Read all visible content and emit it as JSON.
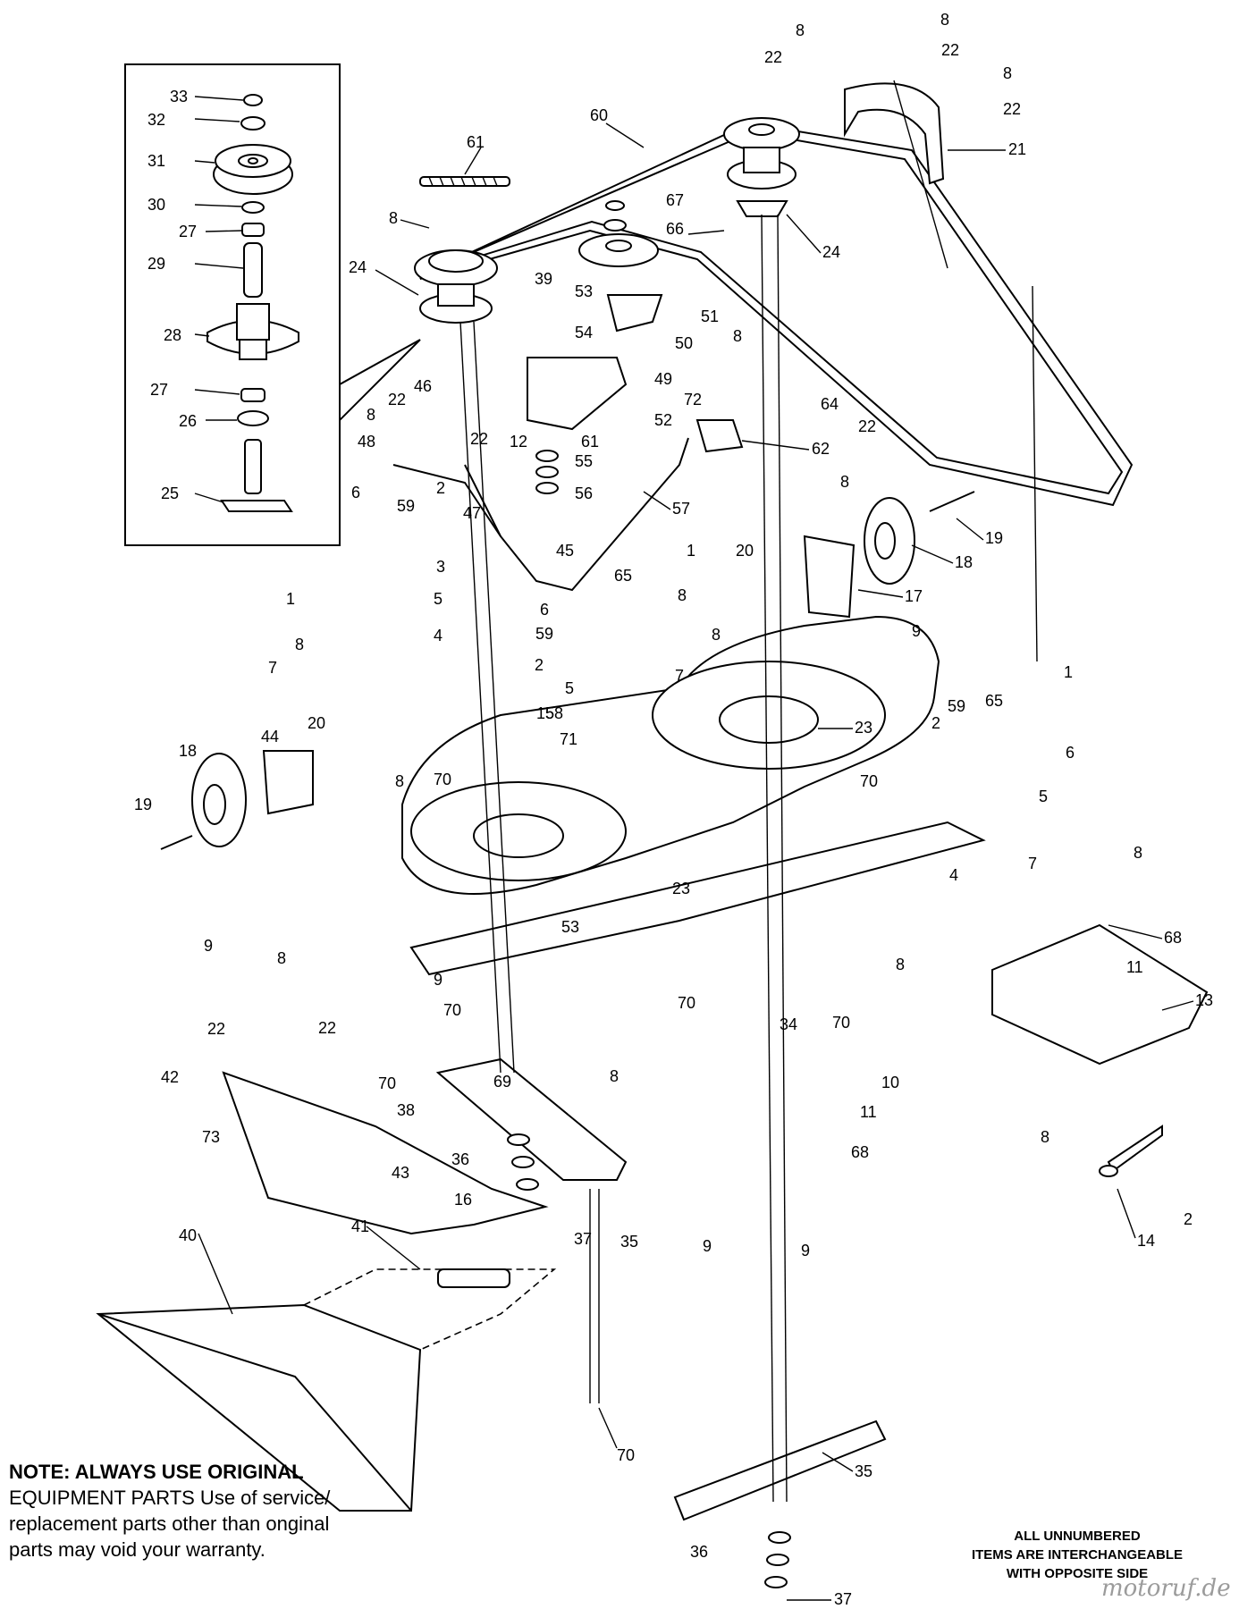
{
  "note": {
    "bold": "NOTE: ALWAYS USE ORIGINAL",
    "lines": [
      "EQUIPMENT PARTS Use of service/",
      "replacement parts other than onginal",
      "parts may void your warranty."
    ]
  },
  "unnumbered": [
    "ALL UNNUMBERED",
    "ITEMS ARE INTERCHANGEABLE",
    "WITH OPPOSITE SIDE"
  ],
  "watermark": "motoruf.de",
  "callouts": {
    "c33": "33",
    "c32": "32",
    "c31": "31",
    "c30": "30",
    "c27a": "27",
    "c29": "29",
    "c28": "28",
    "c27b": "27",
    "c26": "26",
    "c25": "25",
    "c61a": "61",
    "c8a": "8",
    "c24a": "24",
    "c60": "60",
    "c8b": "8",
    "c22a": "22",
    "c8c": "8",
    "c22b": "22",
    "c8d": "8",
    "c22c": "22",
    "c21": "21",
    "c67": "67",
    "c66": "66",
    "c24b": "24",
    "c39": "39",
    "c53a": "53",
    "c51": "51",
    "c54": "54",
    "c50": "50",
    "c8e": "8",
    "c49": "49",
    "c72": "72",
    "c64": "64",
    "c22d": "22",
    "c52": "52",
    "c12": "12",
    "c61b": "61",
    "c62": "62",
    "c55": "55",
    "c56": "56",
    "c57": "57",
    "c46": "46",
    "c22e": "22",
    "c8f": "8",
    "c22f": "22",
    "c48": "48",
    "c2a": "2",
    "c47": "47",
    "c6a": "6",
    "c59a": "59",
    "c3": "3",
    "c1a": "1",
    "c5a": "5",
    "c4a": "4",
    "c8g": "8",
    "c7a": "7",
    "c45": "45",
    "c1b": "1",
    "c65a": "65",
    "c20a": "20",
    "c6b": "6",
    "c59b": "59",
    "c2b": "2",
    "c5b": "5",
    "c58": "58",
    "c8h": "8",
    "c7b": "7",
    "c8i": "8",
    "c8j": "8",
    "c19a": "19",
    "c18a": "18",
    "c17": "17",
    "c9a": "9",
    "c15": "15",
    "c71": "71",
    "c23a": "23",
    "c1c": "1",
    "c2c": "2",
    "c59c": "59",
    "c65b": "65",
    "c6c": "6",
    "c5c": "5",
    "c4b": "4",
    "c70a": "70",
    "c44": "44",
    "c20b": "20",
    "c18b": "18",
    "c8k": "8",
    "c19b": "19",
    "c70b": "70",
    "c9b": "9",
    "c23b": "23",
    "c7c": "7",
    "c8l": "8",
    "c68a": "68",
    "c11a": "11",
    "c8m": "8",
    "c13": "13",
    "c53b": "53",
    "c9c": "9",
    "c8n": "8",
    "c70c": "70",
    "c70d": "70",
    "c34": "34",
    "c70e": "70",
    "c22g": "22",
    "c22h": "22",
    "c42": "42",
    "c70f": "70",
    "c38": "38",
    "c69": "69",
    "c8o": "8",
    "c10": "10",
    "c11b": "11",
    "c8p": "8",
    "c68b": "68",
    "c73": "73",
    "c43": "43",
    "c36a": "36",
    "c16": "16",
    "c37a": "37",
    "c35a": "35",
    "c9d": "9",
    "c9e": "9",
    "c14": "14",
    "c2d": "2",
    "c40": "40",
    "c41": "41",
    "c70g": "70",
    "c35b": "35",
    "c36b": "36",
    "c37b": "37"
  }
}
